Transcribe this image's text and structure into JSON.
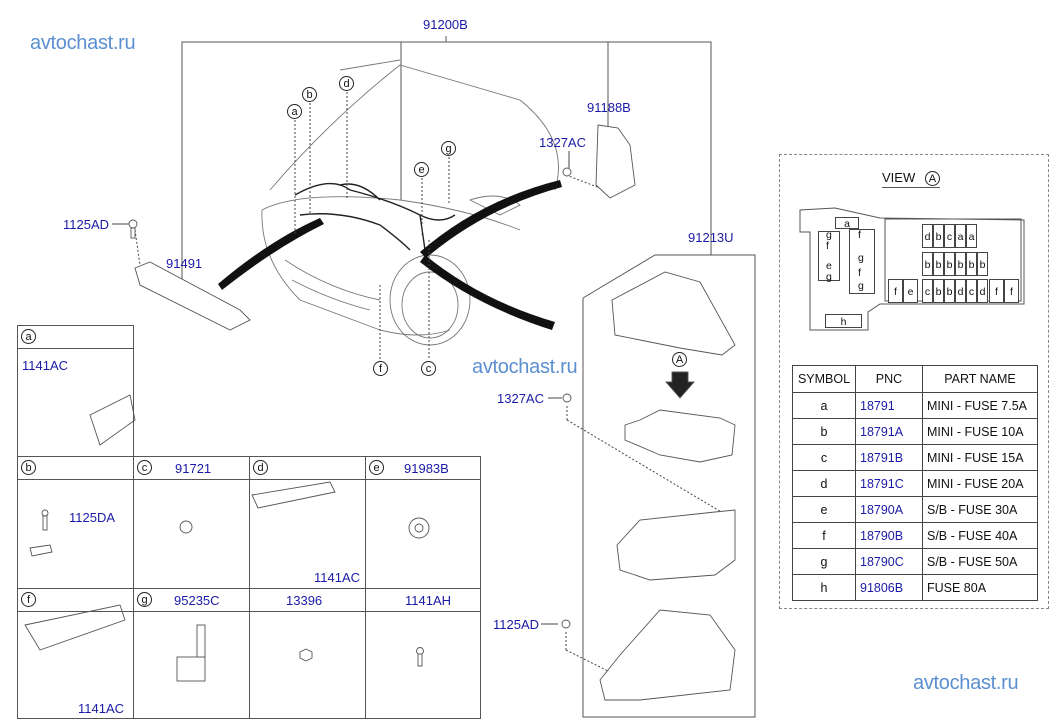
{
  "watermarks": [
    "avtochast.ru",
    "avtochast.ru",
    "avtochast.ru"
  ],
  "main_diagram": {
    "assembly_label": "91200B",
    "labels": {
      "p91188B": "91188B",
      "p1327AC_top": "1327AC",
      "p91213U": "91213U",
      "p1125AD_left": "1125AD",
      "p91491": "91491",
      "p1327AC_mid": "1327AC",
      "p1125AD_bottom": "1125AD"
    },
    "callouts": [
      "a",
      "b",
      "c",
      "d",
      "e",
      "f",
      "g"
    ],
    "fuse_box_view_marker": "A"
  },
  "detail_grid": [
    {
      "symbol": "a",
      "part": "",
      "sub_label": "1141AC"
    },
    {
      "symbol": "b",
      "part": "",
      "sub_label": "1125DA"
    },
    {
      "symbol": "c",
      "part": "91721",
      "sub_label": ""
    },
    {
      "symbol": "d",
      "part": "",
      "sub_label": "1141AC"
    },
    {
      "symbol": "e",
      "part": "91983B",
      "sub_label": ""
    },
    {
      "symbol": "f",
      "part": "",
      "sub_label": "1141AC"
    },
    {
      "symbol": "g",
      "part": "95235C",
      "sub_label": ""
    },
    {
      "symbol": "",
      "part": "13396",
      "sub_label": ""
    },
    {
      "symbol": "",
      "part": "1141AH",
      "sub_label": ""
    }
  ],
  "view_a": {
    "title": "VIEW",
    "marker": "A",
    "fuse_layout": {
      "row1": [
        "d",
        "b",
        "c",
        "a",
        "a"
      ],
      "row2": [
        "b",
        "b",
        "b",
        "b",
        "b",
        "b"
      ],
      "row3_left": [
        "f",
        "e"
      ],
      "row3_mid": [
        "c",
        "b",
        "b",
        "d",
        "c",
        "d"
      ],
      "row3_right": [
        "f",
        "f"
      ],
      "col_a": [
        "g",
        "f",
        "e",
        "g"
      ],
      "col_b": [
        "f",
        "g",
        "f",
        "g"
      ],
      "top_a": "a",
      "h": "h"
    }
  },
  "parts_table": {
    "headers": [
      "SYMBOL",
      "PNC",
      "PART NAME"
    ],
    "rows": [
      {
        "symbol": "a",
        "pnc": "18791",
        "name": "MINI - FUSE 7.5A"
      },
      {
        "symbol": "b",
        "pnc": "18791A",
        "name": "MINI - FUSE 10A"
      },
      {
        "symbol": "c",
        "pnc": "18791B",
        "name": "MINI - FUSE 15A"
      },
      {
        "symbol": "d",
        "pnc": "18791C",
        "name": "MINI - FUSE 20A"
      },
      {
        "symbol": "e",
        "pnc": "18790A",
        "name": "S/B - FUSE 30A"
      },
      {
        "symbol": "f",
        "pnc": "18790B",
        "name": "S/B - FUSE 40A"
      },
      {
        "symbol": "g",
        "pnc": "18790C",
        "name": "S/B - FUSE 50A"
      },
      {
        "symbol": "h",
        "pnc": "91806B",
        "name": "FUSE 80A"
      }
    ]
  },
  "colors": {
    "part_number": "#1a1aa8",
    "watermark": "#5b8fd0",
    "line": "#555555"
  }
}
